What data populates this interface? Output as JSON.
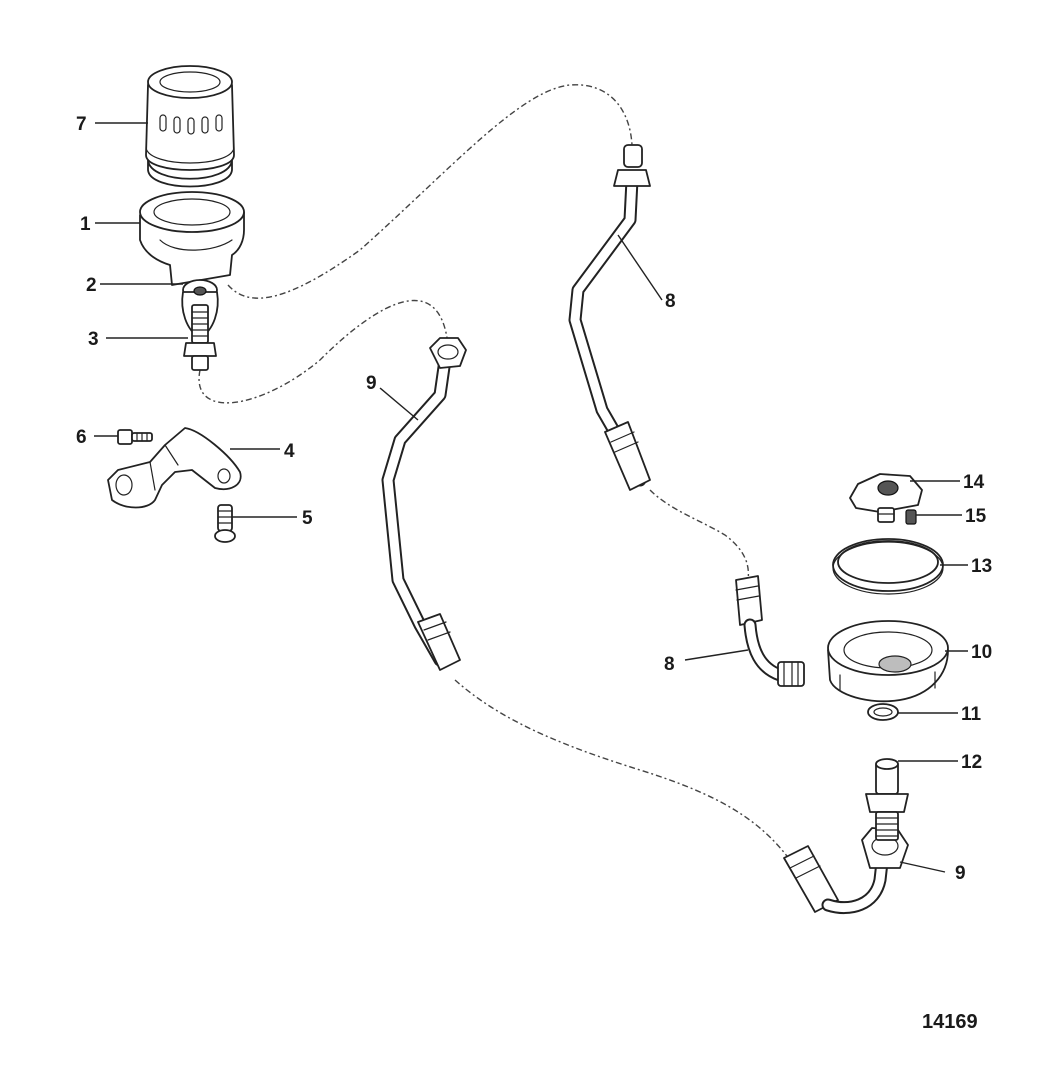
{
  "callouts": [
    {
      "id": "callout-1",
      "text": "1"
    },
    {
      "id": "callout-2",
      "text": "2"
    },
    {
      "id": "callout-3",
      "text": "3"
    },
    {
      "id": "callout-4",
      "text": "4"
    },
    {
      "id": "callout-5",
      "text": "5"
    },
    {
      "id": "callout-6",
      "text": "6"
    },
    {
      "id": "callout-7",
      "text": "7"
    },
    {
      "id": "callout-8a",
      "text": "8"
    },
    {
      "id": "callout-8b",
      "text": "8"
    },
    {
      "id": "callout-9a",
      "text": "9"
    },
    {
      "id": "callout-9b",
      "text": "9"
    },
    {
      "id": "callout-10",
      "text": "10"
    },
    {
      "id": "callout-11",
      "text": "11"
    },
    {
      "id": "callout-12",
      "text": "12"
    },
    {
      "id": "callout-13",
      "text": "13"
    },
    {
      "id": "callout-14",
      "text": "14"
    },
    {
      "id": "callout-15",
      "text": "15"
    }
  ],
  "figure_number": "14169"
}
